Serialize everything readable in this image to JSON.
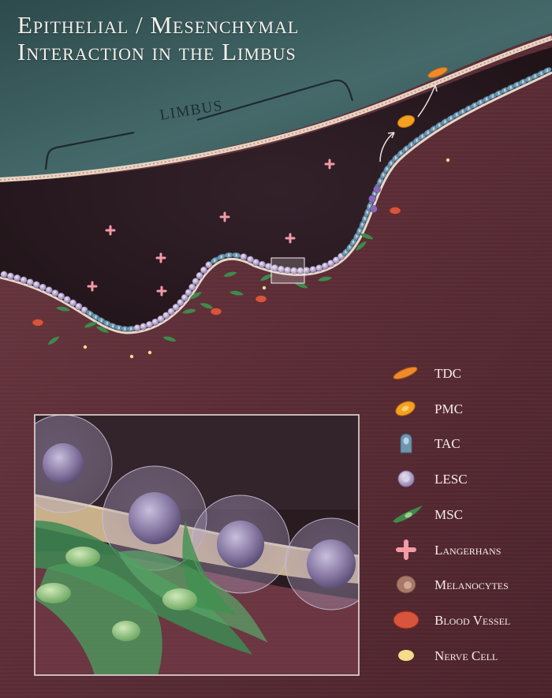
{
  "title": {
    "line1": "Epithelial / Mesenchymal",
    "line2": "Interaction in the Limbus"
  },
  "region_label": "LIMBUS",
  "colors": {
    "sky": "#3a5a5a",
    "stroma": "#5a2e36",
    "epithelium_dark": "#2b1a1e",
    "tdc": "#f08a28",
    "pmc": "#f4a020",
    "tac": "#6f96ad",
    "lesc": "#b8a8cc",
    "msc": "#3f8a4c",
    "langerhans": "#f29aa6",
    "melanocytes": "#a87868",
    "blood_vessel": "#d7553d",
    "nerve_cell": "#f5dc8a"
  },
  "legend": [
    {
      "icon": "tdc-icon",
      "label": "TDC"
    },
    {
      "icon": "pmc-icon",
      "label": "PMC"
    },
    {
      "icon": "tac-icon",
      "label": "TAC"
    },
    {
      "icon": "lesc-icon",
      "label": "LESC"
    },
    {
      "icon": "msc-icon",
      "label": "MSC"
    },
    {
      "icon": "langerhans-icon",
      "label": "Langerhans"
    },
    {
      "icon": "melanocytes-icon",
      "label": "Melanocytes"
    },
    {
      "icon": "blood-vessel-icon",
      "label": "Blood Vessel"
    },
    {
      "icon": "nerve-cell-icon",
      "label": "Nerve Cell"
    }
  ]
}
